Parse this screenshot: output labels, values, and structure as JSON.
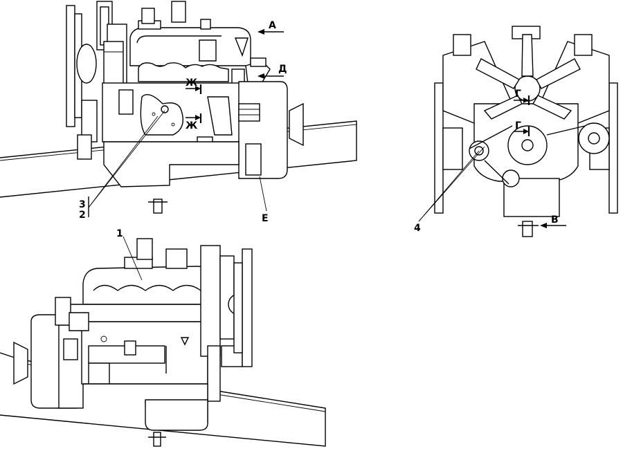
{
  "labels": {
    "view_a": "А",
    "view_d": "Д",
    "view_zh_top": "Ж",
    "view_zh_bottom": "Ж",
    "callout_3": "3",
    "callout_2": "2",
    "callout_e": "Е",
    "callout_1": "1",
    "view_g_top": "Г",
    "view_g_bottom": "Г",
    "callout_4": "4",
    "view_v": "В"
  },
  "colors": {
    "line": "#000000",
    "background": "#ffffff"
  }
}
